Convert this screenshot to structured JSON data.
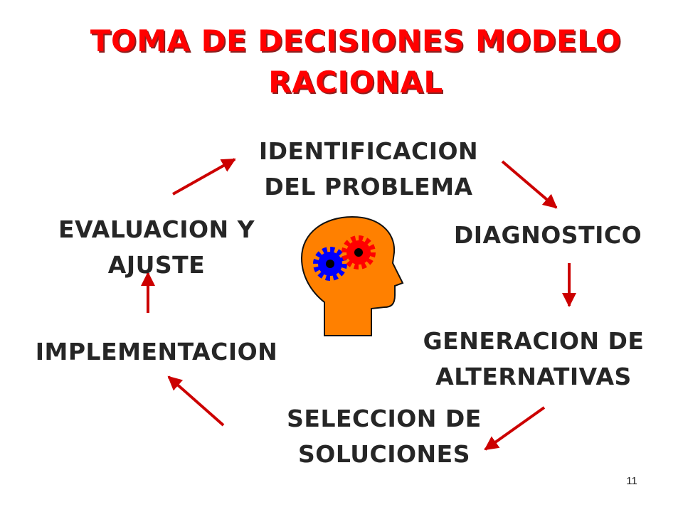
{
  "title": {
    "line1": "TOMA DE DECISIONES MODELO",
    "line2": "RACIONAL"
  },
  "steps": {
    "identificacion": {
      "line1": "IDENTIFICACION",
      "line2": "DEL PROBLEMA"
    },
    "diagnostico": {
      "line1": "DIAGNOSTICO"
    },
    "generacion": {
      "line1": "GENERACION DE",
      "line2": "ALTERNATIVAS"
    },
    "seleccion": {
      "line1": "SELECCION DE",
      "line2": "SOLUCIONES"
    },
    "implementacion": {
      "line1": "IMPLEMENTACION"
    },
    "evaluacion": {
      "line1": "EVALUACION Y",
      "line2": "AJUSTE"
    }
  },
  "center_image": {
    "icon": "head-with-gears-icon",
    "head_color": "#ff8000",
    "gear_colors": [
      "#0000ff",
      "#ff0000"
    ]
  },
  "colors": {
    "title": "#ff0000",
    "title_shadow": "#8a1f1f",
    "step_text": "#262626",
    "arrow": "#cc0000"
  },
  "page_number": "11"
}
